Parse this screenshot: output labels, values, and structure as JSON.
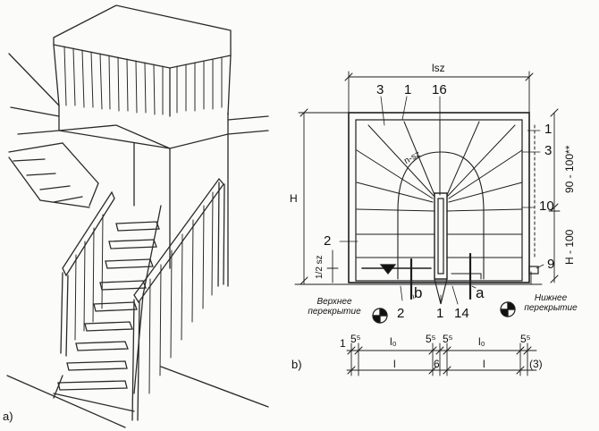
{
  "panel_a": {
    "label": "a)"
  },
  "panel_b": {
    "label": "b)",
    "width_label": "lsz",
    "height_label": "H",
    "height_upper": "90 - 100**",
    "height_lower": "H - 100",
    "half_label": "1/2 sz",
    "walkline_label": "n-sz",
    "callouts": {
      "c3_left": "3",
      "c1_top": "1",
      "c16": "16",
      "c1_right": "1",
      "c3_right": "3",
      "c10": "10",
      "c2_left": "2",
      "c9": "9",
      "c_b": "b",
      "c2_bottom": "2",
      "c1_bottom": "1",
      "c14": "14",
      "c_a": "a"
    },
    "upper_floor": "Верхнее\nперекрытие",
    "lower_floor": "Нижнее\nперекрытие",
    "dims": {
      "row1": [
        "1",
        "5⁵",
        "l₀",
        "5⁵",
        "5⁵",
        "l₀",
        "5⁵"
      ],
      "row2": [
        "l",
        "6",
        "l",
        "(3)"
      ]
    }
  }
}
